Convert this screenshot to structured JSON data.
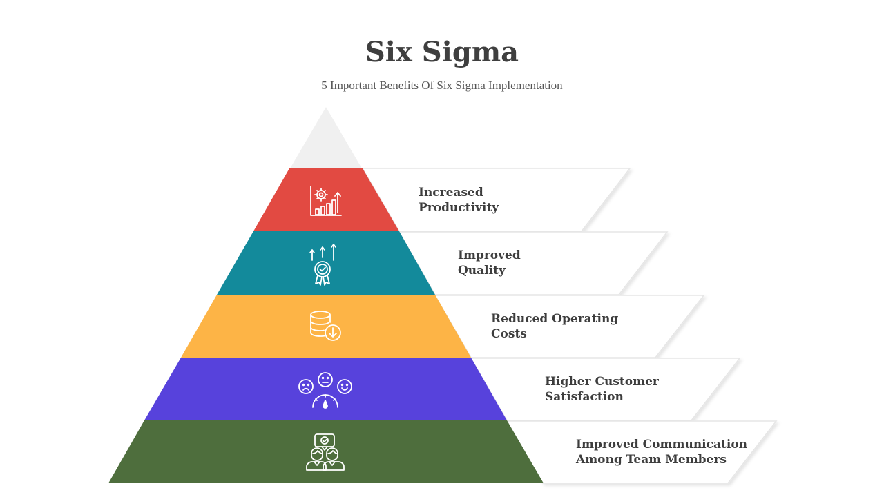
{
  "header": {
    "title": "Six Sigma",
    "subtitle": "5 Important Benefits Of Six Sigma Implementation"
  },
  "colors": {
    "apex": "#f0f0f0",
    "level1": "#e24a42",
    "level2": "#138a9b",
    "level3": "#fdb446",
    "level4": "#5742dc",
    "level5": "#4e6e3d",
    "text": "#3d3d3d",
    "panel_border": "#e2e2e2"
  },
  "levels": [
    {
      "icon": "productivity-gear-chart-icon",
      "line1": "Increased",
      "line2": "Productivity"
    },
    {
      "icon": "quality-badge-arrows-icon",
      "line1": "Improved",
      "line2": "Quality"
    },
    {
      "icon": "coins-down-arrow-icon",
      "line1": "Reduced Operating",
      "line2": "Costs"
    },
    {
      "icon": "customer-satisfaction-meter-icon",
      "line1": "Higher Customer",
      "line2": "Satisfaction"
    },
    {
      "icon": "team-communication-icon",
      "line1": "Improved Communication",
      "line2": "Among Team Members"
    }
  ]
}
